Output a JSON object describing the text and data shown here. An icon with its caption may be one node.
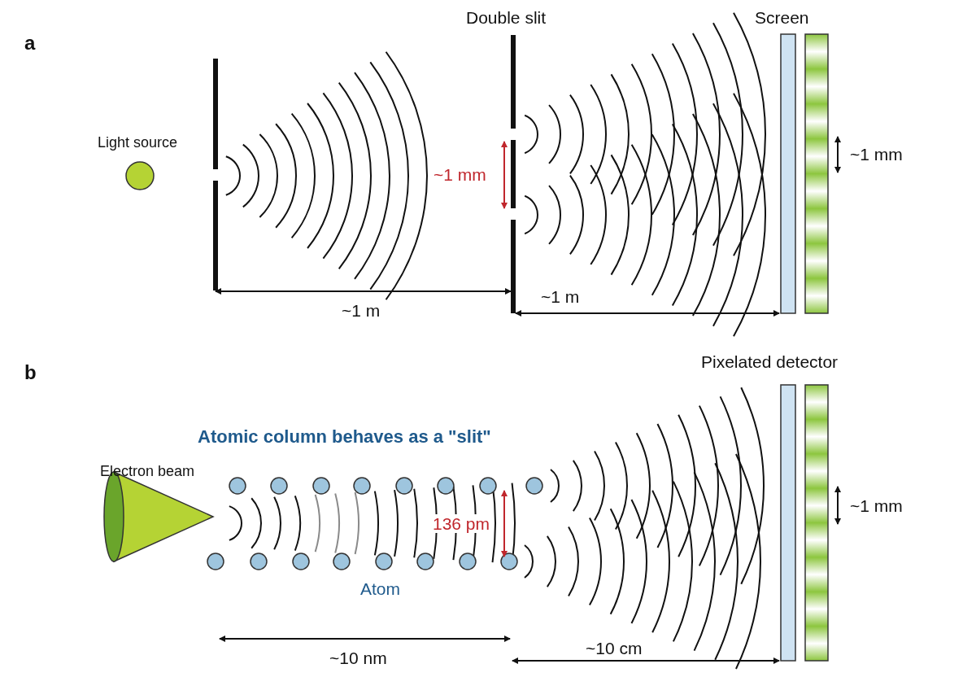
{
  "diagram": {
    "labels": [
      "a",
      "Double slit",
      "Screen",
      "Light source",
      "~1 mm",
      "~1 mm",
      "~1 m",
      "~1 m",
      "b",
      "Pixelated detector",
      "Atomic column behaves as a \"slit\"",
      "Electron beam",
      "136 pm",
      "~1 mm",
      "Atom",
      "~10 nm",
      "~10 cm"
    ]
  }
}
